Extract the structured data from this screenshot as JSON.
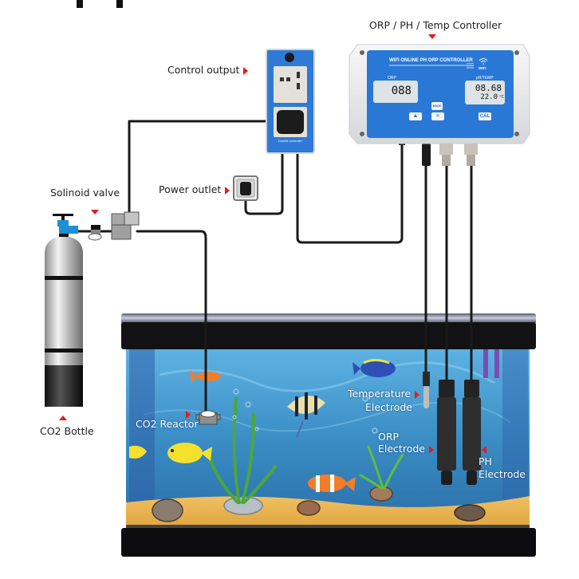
{
  "labels": {
    "controller": "ORP / PH / Temp Controller",
    "control_output": "Control output",
    "power_outlet": "Power outlet",
    "solenoid_valve": "Solinoid valve",
    "co2_bottle": "CO2 Bottle",
    "co2_reactor": "CO2 Reactor",
    "temperature_electrode_1": "Temperature",
    "temperature_electrode_2": "Electrode",
    "orp_electrode_1": "ORP",
    "orp_electrode_2": "Electrode",
    "ph_electrode_1": "PH",
    "ph_electrode_2": "Electrode"
  },
  "controller": {
    "title": "WIFI ONLINE PH ORP CONTROLLER",
    "wifi_label": "WIFI",
    "orp_panel_label": "ORP",
    "orp_reading": "088",
    "ph_temp_panel_label": "pH/TEMP",
    "ph_reading": "08.68",
    "temp_reading": "22.0",
    "temp_unit": "°C",
    "buttons": {
      "mode": "MODE",
      "cal": "CAL"
    }
  },
  "relay_box": {
    "label": "Double controller"
  },
  "colors": {
    "accent_arrow": "#e31c1c",
    "controller_blue": "#2a78d6",
    "water_blue": "#3a8fc9",
    "sand": "#e9b24f"
  }
}
